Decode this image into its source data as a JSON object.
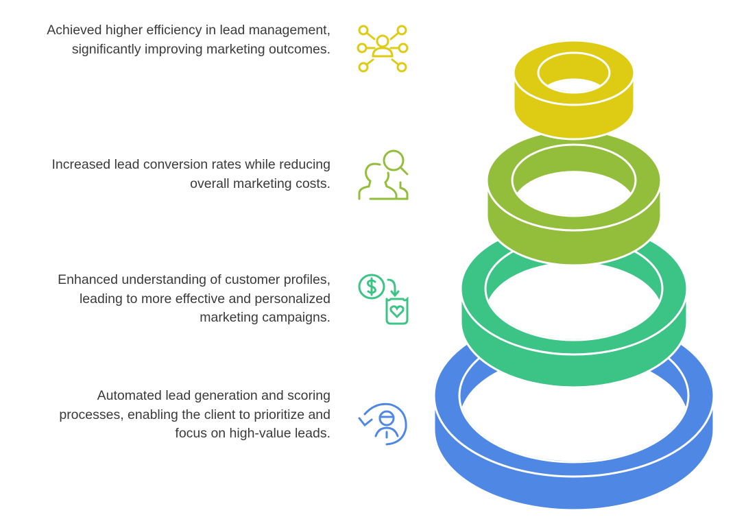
{
  "items": [
    {
      "text": "Achieved higher efficiency in lead management, significantly improving marketing outcomes.",
      "icon": "network-person-icon",
      "color": "#DECB14"
    },
    {
      "text": "Increased lead conversion rates while reducing overall marketing costs.",
      "icon": "people-search-icon",
      "color": "#92BE3B"
    },
    {
      "text": "Enhanced understanding of customer profiles, leading to more effective and personalized marketing campaigns.",
      "icon": "money-to-heart-bag-icon",
      "color": "#3CC486"
    },
    {
      "text": "Automated lead generation and scoring processes, enabling the client to prioritize and focus on high-value leads.",
      "icon": "person-cycle-icon",
      "color": "#4E88E4"
    }
  ]
}
